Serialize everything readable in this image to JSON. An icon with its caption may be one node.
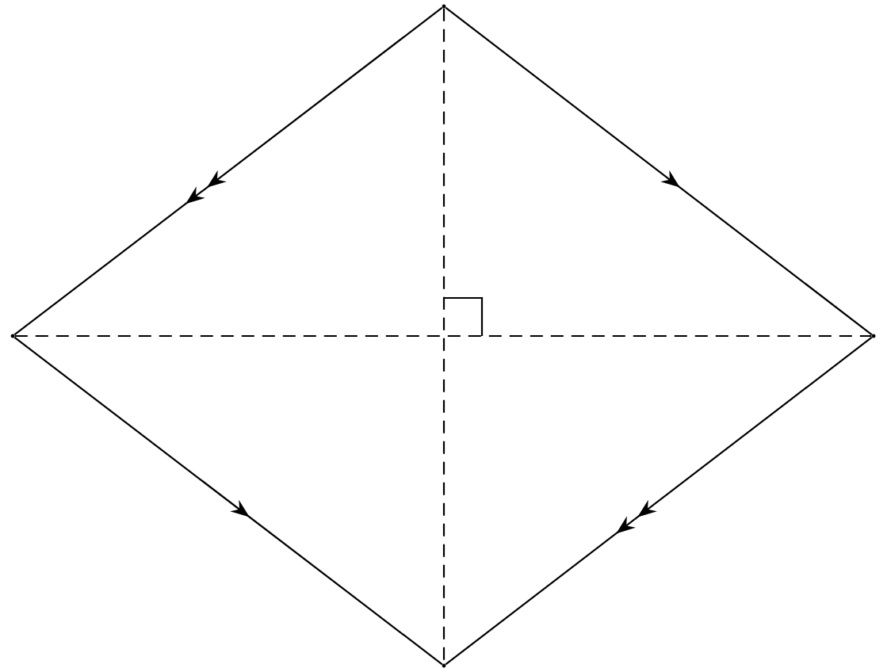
{
  "diagram": {
    "nodes": [
      {
        "text": [],
        "shape": "point"
      },
      {
        "text": [],
        "shape": "point"
      },
      {
        "text": [],
        "shape": "point"
      },
      {
        "text": [],
        "shape": "point"
      }
    ],
    "edges": [
      {
        "from": 0,
        "to": 1,
        "arrow": "to"
      },
      {
        "from": 0,
        "to": 2,
        "arrow": "to"
      },
      {
        "from": 1,
        "to": 3,
        "arrow": "to"
      },
      {
        "from": 2,
        "to": 3,
        "arrow": "to"
      },
      {
        "from": 0,
        "to": 3,
        "arrow": "none",
        "style": "dashed"
      },
      {
        "from": 1,
        "to": 2,
        "arrow": "none",
        "style": "dashed"
      }
    ]
  }
}
